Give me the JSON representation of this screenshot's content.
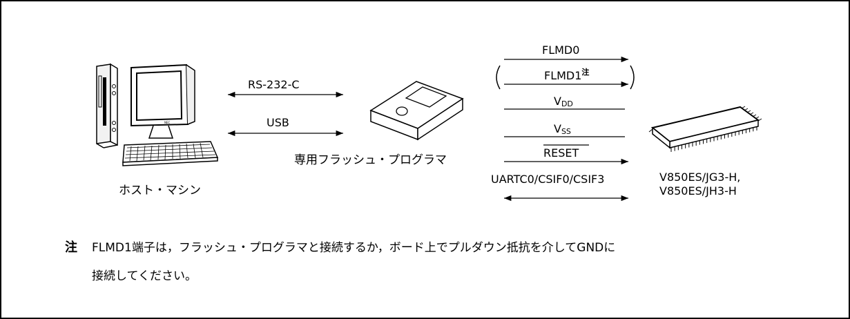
{
  "host": {
    "label": "ホスト・マシン"
  },
  "programmer": {
    "label": "専用フラッシュ・プログラマ"
  },
  "links": {
    "rs232": "RS-232-C",
    "usb": "USB"
  },
  "signals": {
    "flmd0": "FLMD0",
    "flmd1": "FLMD1",
    "flmd1_note": "注",
    "vdd_main": "V",
    "vdd_sub": "DD",
    "vss_main": "V",
    "vss_sub": "SS",
    "reset": "RESET",
    "uart": "UARTC0/CSIF0/CSIF3"
  },
  "target": {
    "line1": "V850ES/JG3-H,",
    "line2": "V850ES/JH3-H"
  },
  "note": {
    "mark": "注",
    "line1": "FLMD1端子は，フラッシュ・プログラマと接続するか，ボード上でプルダウン抵抗を介してGNDに",
    "line2": "接続してください。"
  }
}
